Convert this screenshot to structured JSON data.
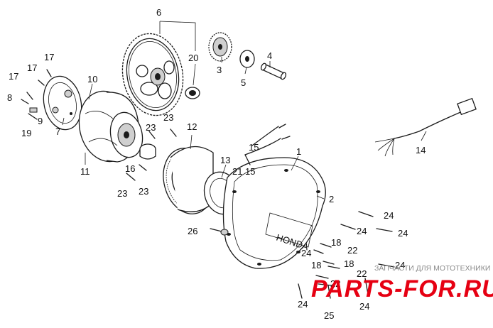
{
  "diagram": {
    "callouts": {
      "c1": "1",
      "c2": "2",
      "c3": "3",
      "c4": "4",
      "c5": "5",
      "c6": "6",
      "c7": "7",
      "c8": "8",
      "c9": "9",
      "c10": "10",
      "c11": "11",
      "c12": "12",
      "c13": "13",
      "c14": "14",
      "c15": "15",
      "c16": "16",
      "c17": "17",
      "c18": "18",
      "c19": "19",
      "c20": "20",
      "c21": "21",
      "c22": "22",
      "c23": "23",
      "c24": "24",
      "c25": "25",
      "c26": "26"
    }
  },
  "watermark": {
    "caption": "ЗАПЧАСТИ ДЛЯ МОТОТЕХНИКИ",
    "logo": "PARTS-FOR.RU",
    "logo_color": "#e60012"
  },
  "cover_emblem": "HONDA"
}
